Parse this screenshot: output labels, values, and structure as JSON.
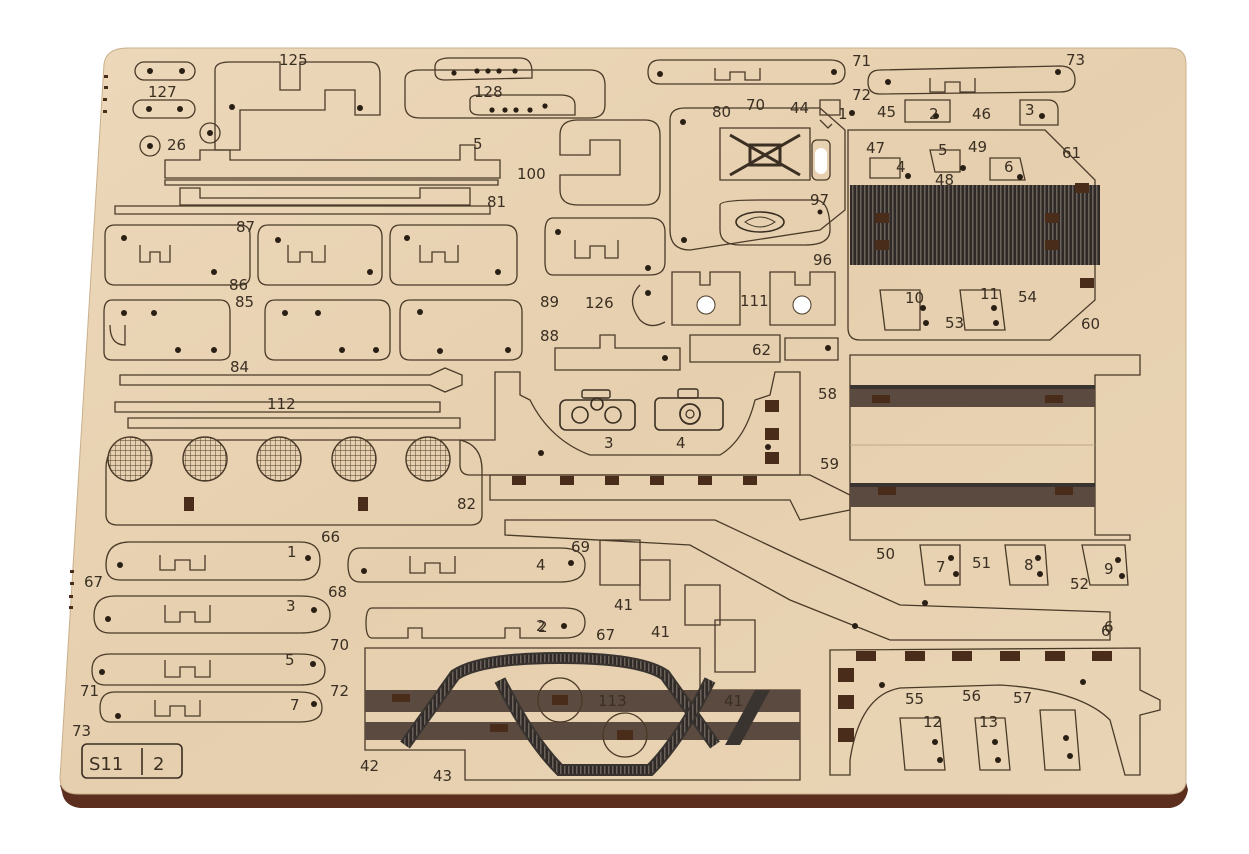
{
  "sheet_tag": {
    "code": "S11",
    "page": "2"
  },
  "colors": {
    "wood": "#e8d3b4",
    "wood_edge": "#5b2e1e",
    "cut_line": "#4a3a28",
    "hole": "#2a1f14",
    "engraved_strip": "#3a3430"
  },
  "part_numbers": [
    "125",
    "127",
    "128",
    "26",
    "5",
    "100",
    "81",
    "87",
    "86",
    "85",
    "84",
    "89",
    "88",
    "126",
    "112",
    "82",
    "71",
    "73",
    "72",
    "70",
    "80",
    "44",
    "45",
    "46",
    "1",
    "2",
    "3",
    "47",
    "49",
    "48",
    "4",
    "5",
    "6",
    "61",
    "97",
    "96",
    "111",
    "10",
    "11",
    "54",
    "53",
    "60",
    "62",
    "3",
    "4",
    "58",
    "59",
    "50",
    "51",
    "52",
    "7",
    "8",
    "9",
    "66",
    "67",
    "68",
    "69",
    "70",
    "71",
    "72",
    "73",
    "1",
    "2",
    "3",
    "4",
    "5",
    "6",
    "7",
    "41",
    "41",
    "41",
    "2",
    "67",
    "6",
    "55",
    "56",
    "57",
    "12",
    "13",
    "113",
    "42",
    "43"
  ]
}
